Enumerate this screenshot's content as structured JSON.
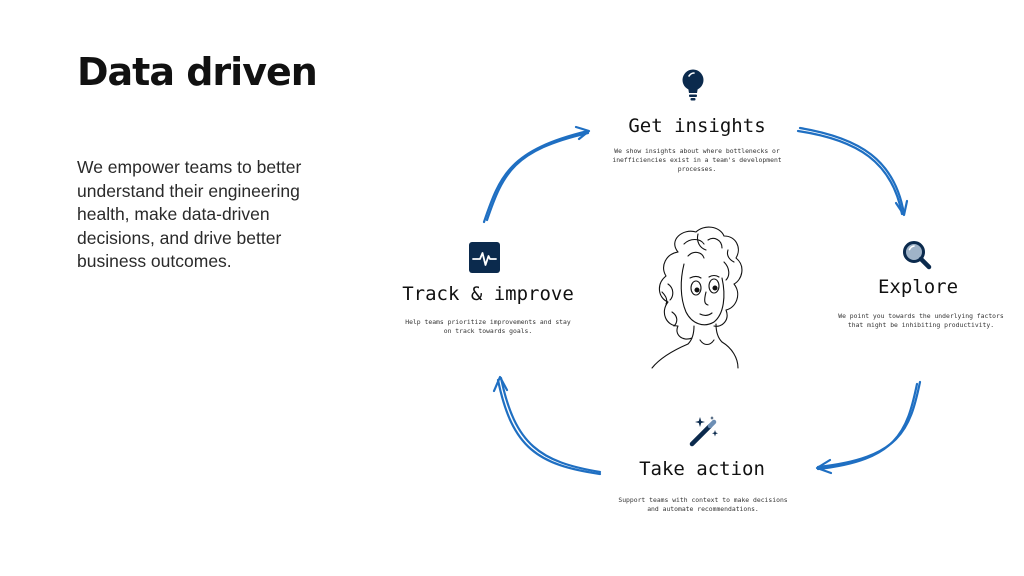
{
  "header": {
    "title": "Data driven",
    "intro": "We empower teams to better understand their engineering health, make data-driven decisions, and drive better business outcomes."
  },
  "cycle": {
    "accent_color": "#1f6fc2",
    "icon_color": "#0b2a4d",
    "steps": [
      {
        "id": "get-insights",
        "icon": "lightbulb-icon",
        "title": "Get insights",
        "description": "We show insights about where bottlenecks or inefficiencies exist in a team's development processes."
      },
      {
        "id": "explore",
        "icon": "magnifier-icon",
        "title": "Explore",
        "description": "We point you towards the underlying factors that might be inhibiting productivity."
      },
      {
        "id": "take-action",
        "icon": "magic-wand-icon",
        "title": "Take action",
        "description": "Support teams with context to make decisions and automate recommendations."
      },
      {
        "id": "track-improve",
        "icon": "pulse-monitor-icon",
        "title": "Track & improve",
        "description": "Help teams prioritize improvements and stay on track towards goals."
      }
    ]
  }
}
